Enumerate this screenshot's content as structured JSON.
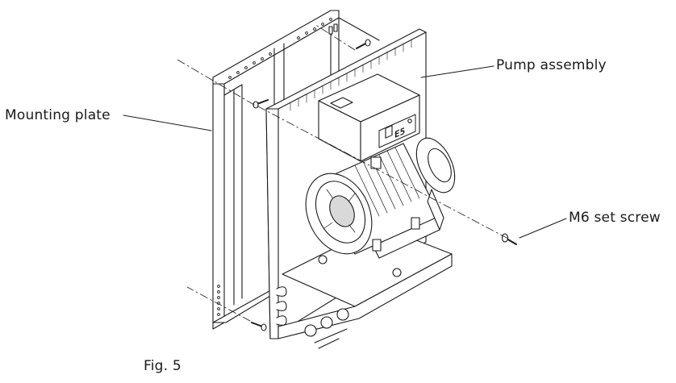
{
  "labels": {
    "mounting_plate": "Mounting plate",
    "pump_assembly": "Pump assembly",
    "set_screw": "M6 set screw",
    "figure": "Fig. 5"
  },
  "display": {
    "panel_text": "E5"
  },
  "colors": {
    "line": "#1a1a1a",
    "shade": "#d9d9d9",
    "background": "#ffffff"
  }
}
